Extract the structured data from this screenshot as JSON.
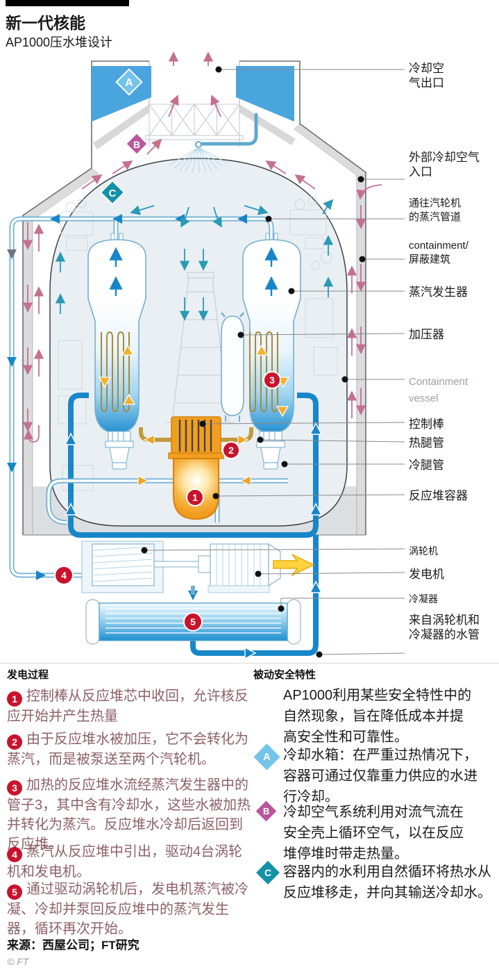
{
  "header": {
    "title": "新一代核能",
    "subtitle": "AP1000压水堆设计"
  },
  "diagram": {
    "markers": {
      "a": "A",
      "b": "B",
      "c": "C"
    },
    "numbers": {
      "n1": "1",
      "n2": "2",
      "n3": "3",
      "n4": "4",
      "n5": "5"
    },
    "labels": {
      "cooling_air_outlet": [
        "冷却空",
        "气出口"
      ],
      "external_cooling_air_inlet": [
        "外部冷却空气",
        "入口"
      ],
      "steam_pipe_to_turbine": [
        "通往汽轮机",
        "的蒸汽管道"
      ],
      "containment_shield": [
        "containment/",
        "屏蔽建筑"
      ],
      "steam_generator": [
        "蒸汽发生器"
      ],
      "pressurizer": [
        "加压器"
      ],
      "containment_vessel": [
        "Containment",
        "vessel"
      ],
      "control_rods": [
        "控制棒"
      ],
      "hot_leg": [
        "热腿管"
      ],
      "cold_leg": [
        "冷腿管"
      ],
      "reactor_vessel": [
        "反应堆容器"
      ],
      "turbine": [
        "涡轮机"
      ],
      "generator": [
        "发电机"
      ],
      "condenser": [
        "冷凝器"
      ],
      "water_pipes": [
        "来自涡轮机和",
        "冷凝器的水管"
      ]
    }
  },
  "process": {
    "heading": "发电过程",
    "steps": [
      {
        "num": "1",
        "text": "控制棒从反应堆芯中收回，允许核反应开始并产生热量"
      },
      {
        "num": "2",
        "text": "由于反应堆水被加压，它不会转化为蒸汽，而是被泵送至两个汽轮机。"
      },
      {
        "num": "3",
        "text": "加热的反应堆水流经蒸汽发生器中的管子3，其中含有冷却水，这些水被加热并转化为蒸汽。反应堆水冷却后返回到反应堆。"
      },
      {
        "num": "4",
        "text": "蒸汽从反应堆中引出，驱动4台涡轮机和发电机。"
      },
      {
        "num": "5",
        "text": "通过驱动涡轮机后，发电机蒸汽被冷凝、冷却并泵回反应堆中的蒸汽发生器，循环再次开始。"
      }
    ]
  },
  "safety": {
    "heading": "被动安全特性",
    "intro": "AP1000利用某些安全特性中的自然现象，旨在降低成本并提高安全性和可靠性。",
    "items": [
      {
        "letter": "A",
        "color": "#74c4e9",
        "text": "冷却水箱：在严重过热情况下，容器可通过仅靠重力供应的水进行冷却。"
      },
      {
        "letter": "B",
        "color": "#b9569f",
        "text": "冷却空气系统利用对流气流在安全壳上循环空气，以在反应堆停堆时带走热量。"
      },
      {
        "letter": "C",
        "color": "#1392a7",
        "text": "容器内的水利用自然循环将热水从反应堆移走，并向其输送冷却水。"
      }
    ]
  },
  "footer": {
    "source": "来源：西屋公司；FT研究",
    "copyright": "© FT"
  },
  "colors": {
    "step_red": "#c9132c",
    "air_pink": "#c4718e",
    "circulation_teal": "#2a9ab5",
    "water_blue": "#1785c8",
    "tank_blue": "#4aa4de",
    "reactor_orange": "#f29c1f",
    "hot_leg_gold": "#c29a3c",
    "text_maroon": "#8c6167",
    "diamond_a": "#74c4e9",
    "diamond_b": "#b9569f",
    "diamond_c": "#1392a7"
  }
}
